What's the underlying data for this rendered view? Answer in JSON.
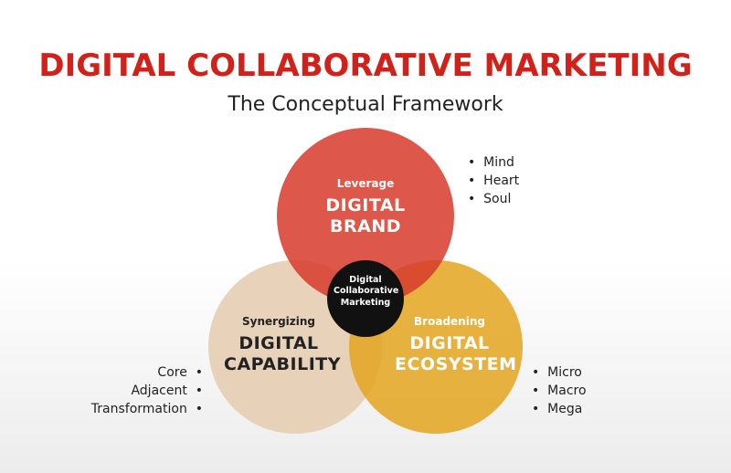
{
  "title": "DIGITAL COLLABORATIVE MARKETING",
  "subtitle": "The Conceptual Framework",
  "circles": {
    "brand": {
      "prefix": "Leverage",
      "line1": "DIGITAL",
      "line2": "BRAND",
      "color": "#d73a2c"
    },
    "capability": {
      "prefix": "Synergizing",
      "line1": "DIGITAL",
      "line2": "CAPABILITY",
      "color": "#e6cdb3"
    },
    "ecosystem": {
      "prefix": "Broadening",
      "line1": "DIGITAL",
      "line2": "ECOSYSTEM",
      "color": "#e3a51f"
    }
  },
  "center": {
    "line1": "Digital",
    "line2": "Collaborative",
    "line3": "Marketing"
  },
  "lists": {
    "brand": [
      "Mind",
      "Heart",
      "Soul"
    ],
    "capability": [
      "Core",
      "Adjacent",
      "Transformation"
    ],
    "ecosystem": [
      "Micro",
      "Macro",
      "Mega"
    ]
  },
  "colors": {
    "title": "#d0221a",
    "center": "#111111"
  }
}
